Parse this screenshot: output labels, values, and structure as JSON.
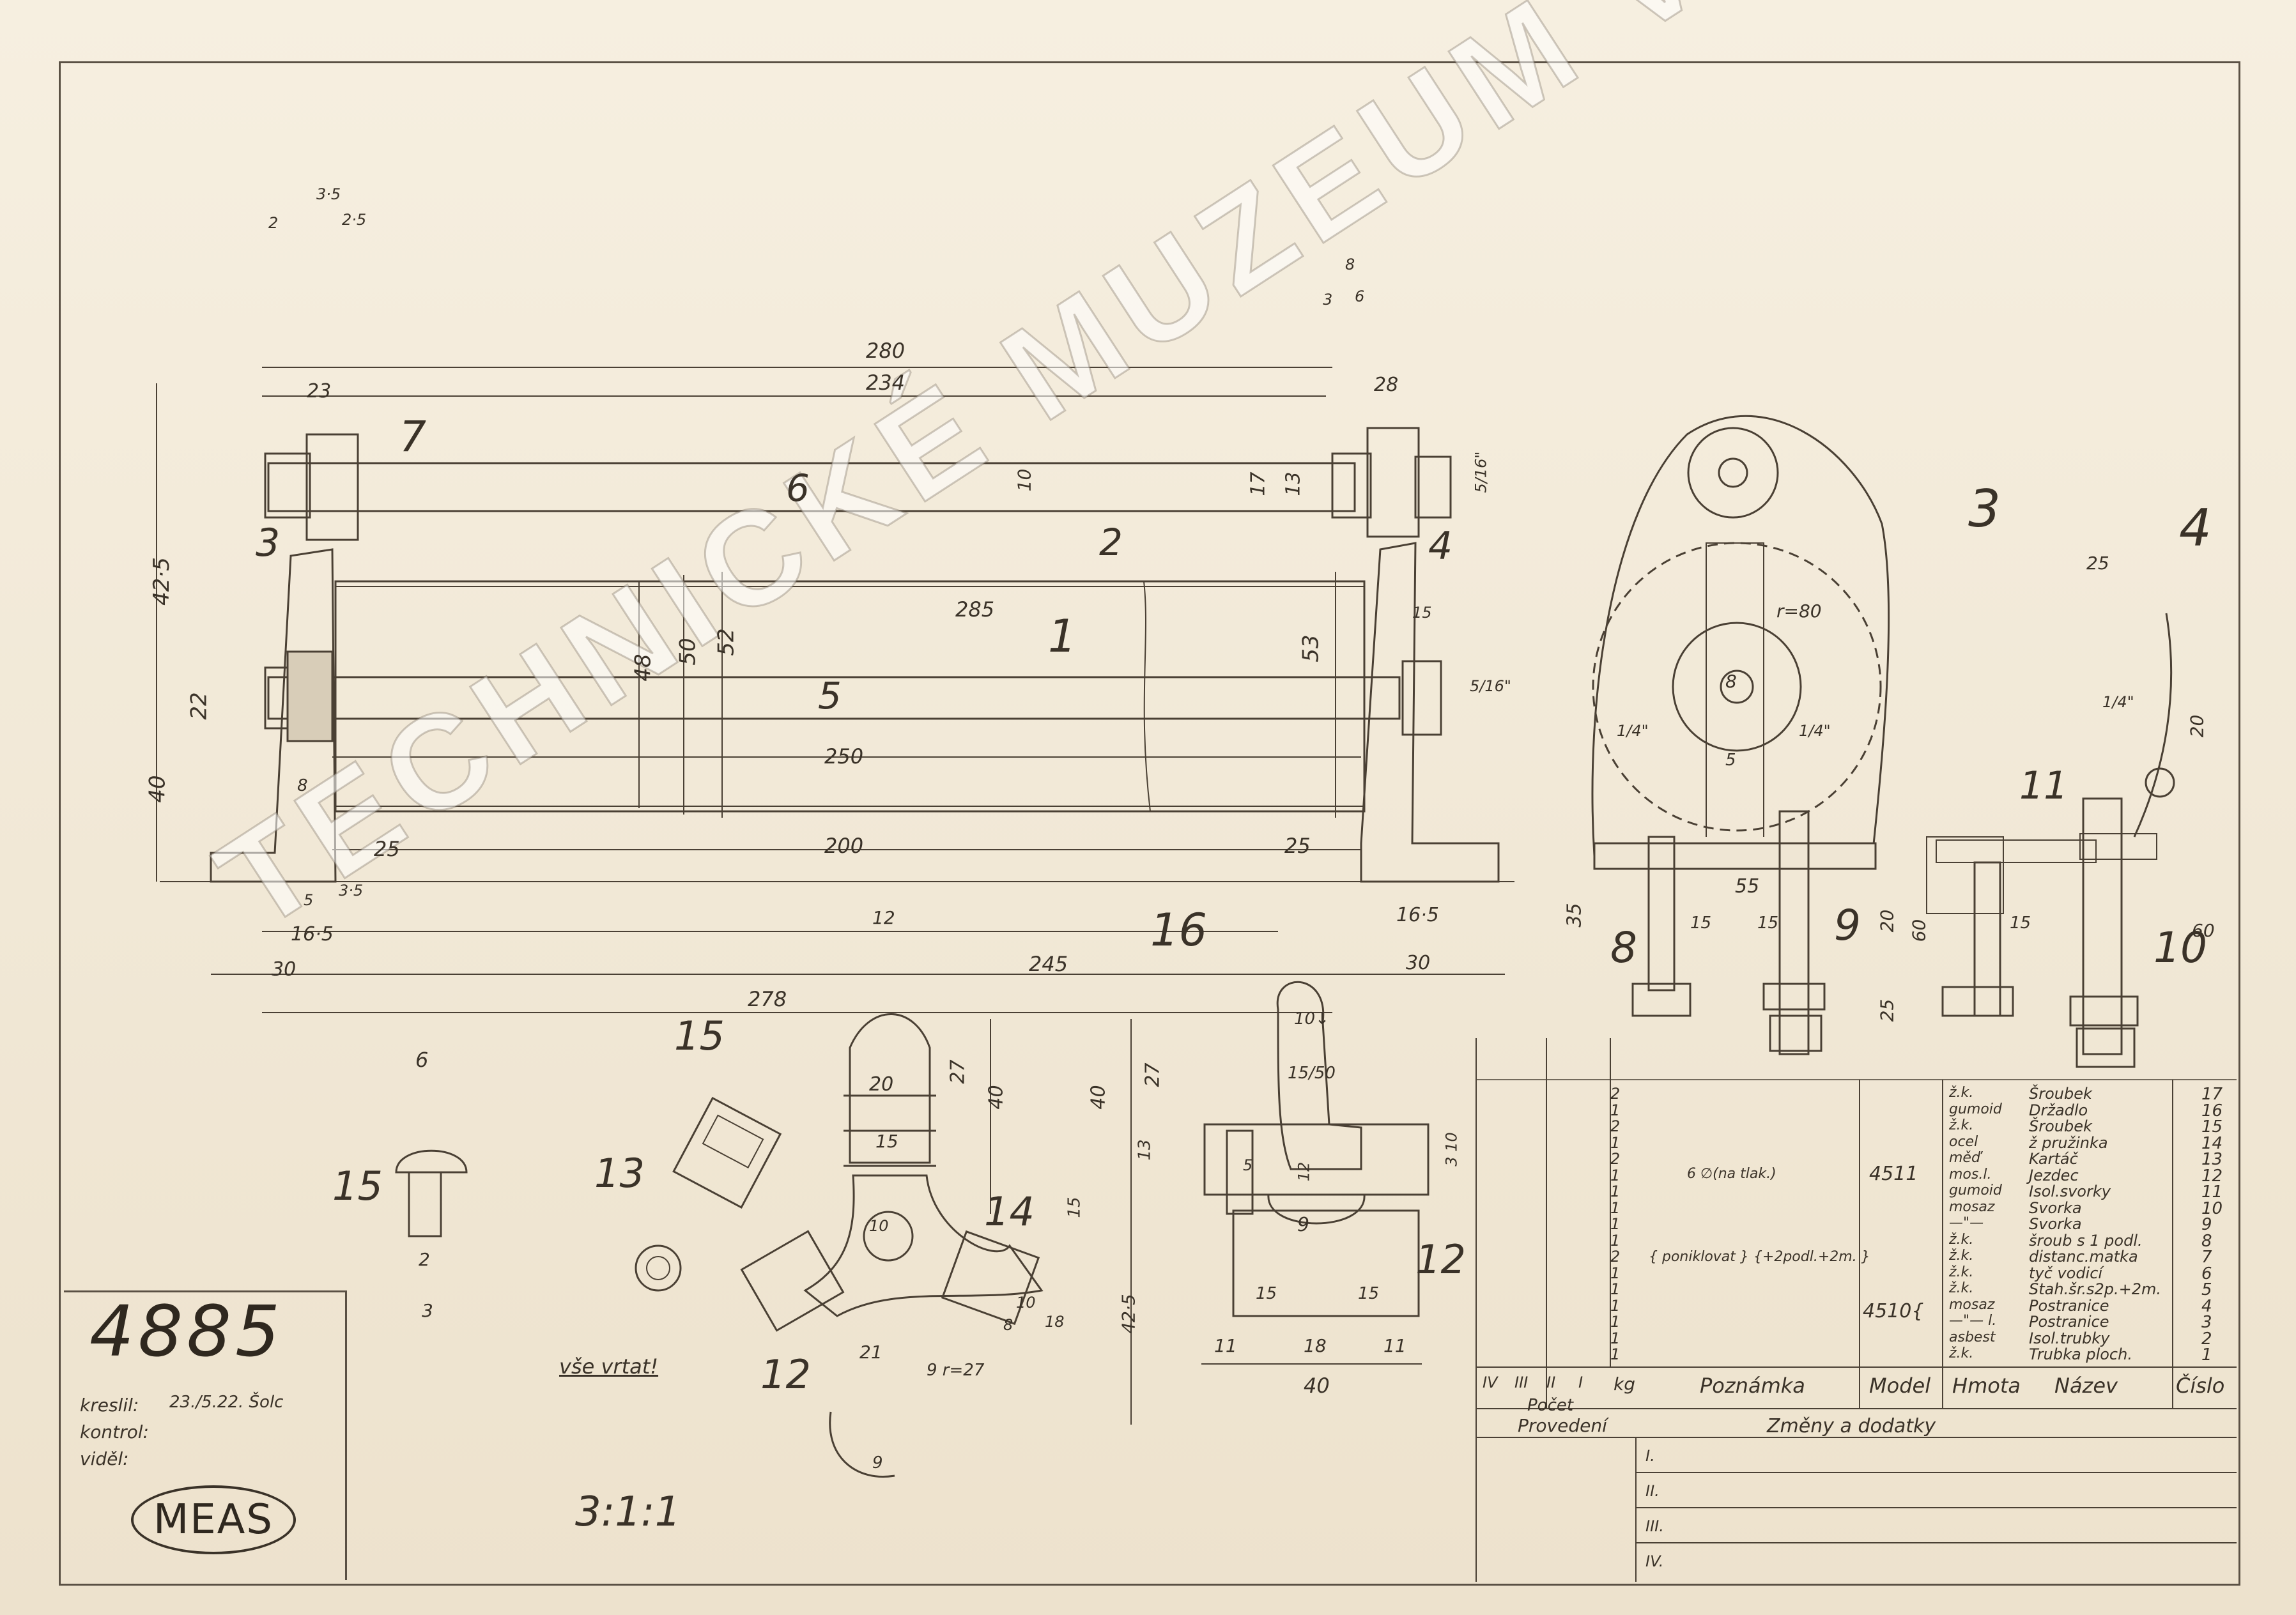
{
  "drawing_number": "4885",
  "watermark": "TECHNICKÉ MUZEUM V BRNĚ",
  "logo": "MEAS",
  "scale": "3:1:1",
  "note_drill": "vše vrtat!",
  "meta": {
    "drawn_label": "kreslil:",
    "drawn_value": "23./5.22. Šolc",
    "check_label": "kontrol:",
    "seen_label": "viděl:"
  },
  "table": {
    "head": {
      "qty_cols": [
        "IV",
        "III",
        "II",
        "I"
      ],
      "kg": "kg",
      "note": "Poznámka",
      "model": "Model",
      "material": "Hmota",
      "name": "Název",
      "number": "Číslo"
    },
    "count_label": "Počet",
    "execution_label": "Provedení",
    "changes_label": "Změny a dodatky",
    "roman": [
      "I.",
      "II.",
      "III.",
      "IV."
    ],
    "rows": [
      {
        "qty": "2",
        "material": "ž.k.",
        "name": "Šroubek",
        "no": "17"
      },
      {
        "qty": "1",
        "material": "gumoid",
        "name": "Držadlo",
        "no": "16"
      },
      {
        "qty": "2",
        "material": "ž.k.",
        "name": "Šroubek",
        "no": "15"
      },
      {
        "qty": "1",
        "material": "ocel",
        "name": "ž pružinka",
        "no": "14"
      },
      {
        "qty": "2",
        "material": "měď",
        "name": "Kartáč",
        "no": "13"
      },
      {
        "qty": "1",
        "material": "mos.l.",
        "name": "Jezdec",
        "no": "12"
      },
      {
        "qty": "1",
        "material": "gumoid",
        "name": "Isol.svorky",
        "no": "11"
      },
      {
        "qty": "1",
        "material": "mosaz",
        "name": "Svorka",
        "no": "10"
      },
      {
        "qty": "1",
        "material": "—\"—",
        "name": "Svorka",
        "no": "9"
      },
      {
        "qty": "1",
        "material": "ž.k.",
        "name": "šroub s 1 podl.",
        "no": "8"
      },
      {
        "qty": "2",
        "material": "ž.k.",
        "name": "distanc.matka",
        "no": "7"
      },
      {
        "qty": "1",
        "material": "ž.k.",
        "name": "tyč vodicí",
        "no": "6"
      },
      {
        "qty": "1",
        "material": "ž.k.",
        "name": "Stah.šr.s2p.+2m.",
        "no": "5"
      },
      {
        "qty": "1",
        "material": "mosaz",
        "name": "Postranice",
        "no": "4"
      },
      {
        "qty": "1",
        "material": "—\"— l.",
        "name": "Postranice",
        "no": "3"
      },
      {
        "qty": "1",
        "material": "asbest",
        "name": "Isol.trubky",
        "no": "2"
      },
      {
        "qty": "1",
        "material": "ž.k.",
        "name": "Trubka ploch.",
        "no": "1"
      }
    ],
    "note_6": "6 ∅(na tlak.)",
    "note_nickel": "{ poniklovat } {+2podl.+2m. }",
    "model_4511": "4511",
    "model_4510": "4510{"
  },
  "dims": {
    "d280": "280",
    "d234": "234",
    "d23": "23",
    "d28": "28",
    "d10": "10",
    "d17": "17",
    "d13": "13",
    "d285": "285",
    "d48": "48",
    "d50": "50",
    "d52": "52",
    "d53": "53",
    "d250": "250",
    "d200": "200",
    "d25a": "25",
    "d25b": "25",
    "d8": "8",
    "d40": "40",
    "d22": "22",
    "d42_5": "42·5",
    "d16_5a": "16·5",
    "d16_5b": "16·5",
    "d30a": "30",
    "d30b": "30",
    "d245": "245",
    "d278": "278",
    "d3_5a": "3·5",
    "d2_5": "2·5",
    "d2": "2",
    "d5": "5",
    "d3_5b": "3·5",
    "d8top": "8",
    "d3": "3",
    "d6": "6",
    "d5_16a": "5/16\"",
    "d5_16b": "5/16\"",
    "d15": "15",
    "dr80": "r=80",
    "d25r": "25",
    "d20r": "20",
    "d55": "55",
    "d15a": "15",
    "d15b": "15",
    "d15c": "15",
    "d35": "35",
    "d20b": "20",
    "d60a": "60",
    "d60b": "60",
    "d25c": "25",
    "d8c": "8",
    "d14a": "1/4\"",
    "d14b": "1/4\"",
    "d14c": "1/4\"",
    "d5c": "5",
    "d12": "12",
    "d20c": "20",
    "d15d": "15",
    "d27a": "27",
    "d40b": "40",
    "d40c": "40",
    "d27b": "27",
    "d13b": "13",
    "d15e": "15",
    "d42_5b": "42·5",
    "d21": "21",
    "d9r": "9 r=27",
    "d9b": "9",
    "d10a": "10",
    "d10b": "10",
    "d8d": "8",
    "d18": "18",
    "d101": "10↓",
    "d1550": "15/50",
    "d5d": "5",
    "d12b": "12",
    "d9c": "9",
    "d15f": "15",
    "d15g": "15",
    "d11a": "11",
    "d18b": "18",
    "d11b": "11",
    "d40d": "40",
    "d3_10": "3 10",
    "d6s": "6",
    "d2s": "2",
    "d3s": "3"
  },
  "parts": {
    "p1": "1",
    "p2": "2",
    "p3": "3",
    "p4": "4",
    "p5": "5",
    "p6": "6",
    "p7": "7",
    "p3r": "3",
    "p4r": "4",
    "p8": "8",
    "p9": "9",
    "p10": "10",
    "p11": "11",
    "p12a": "12",
    "p12b": "12",
    "p13": "13",
    "p14": "14",
    "p15a": "15",
    "p15b": "15",
    "p16": "16"
  }
}
